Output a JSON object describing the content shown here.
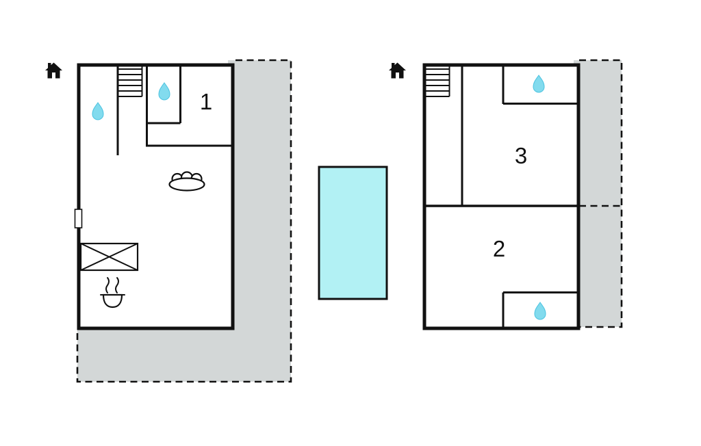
{
  "floorplan": {
    "room_labels": {
      "room1": "1",
      "room2": "2",
      "room3": "3"
    },
    "colors": {
      "wall": "#111111",
      "terrace_fill": "#d3d7d7",
      "pool_fill": "#b2f1f4",
      "water_drop": "#82dbee"
    },
    "icons": [
      "house-icon",
      "stairs-icon",
      "water-drop-icon",
      "sofa-icon",
      "table-x-icon",
      "stove-icon",
      "door-icon",
      "pool"
    ]
  }
}
